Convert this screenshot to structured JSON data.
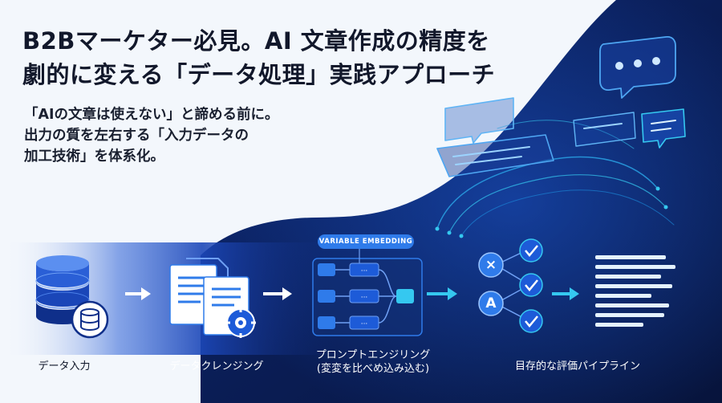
{
  "title_lines": [
    "B2Bマーケター必見。AI 文章作成の精度を",
    "劇的に変える「データ処理」実践アプローチ"
  ],
  "subtitle_lines": [
    "「AIの文章は使えない」と諦める前に。",
    "出力の質を左右する「入力データの",
    "加工技術」を体系化。"
  ],
  "embedding_badge": "VARIABLE EMBEDDING",
  "steps": [
    {
      "label": "データ入力",
      "icon": "database-icon"
    },
    {
      "label": "データクレンジング",
      "icon": "documents-gear-icon"
    },
    {
      "label_lines": [
        "プロンプトエンジリング",
        "(変変を比べめ込み込む)"
      ],
      "icon": "variable-nodes-icon"
    },
    {
      "label": "目存的な評価パイプライン",
      "icon": "evaluation-checklist-icon"
    }
  ],
  "evaluation_badges": [
    "×",
    "A"
  ],
  "colors": {
    "background_light": "#f3f7fc",
    "navy": "#0a1a4a",
    "accent_blue": "#2f7bea",
    "neon_cyan": "#35c8f0"
  }
}
